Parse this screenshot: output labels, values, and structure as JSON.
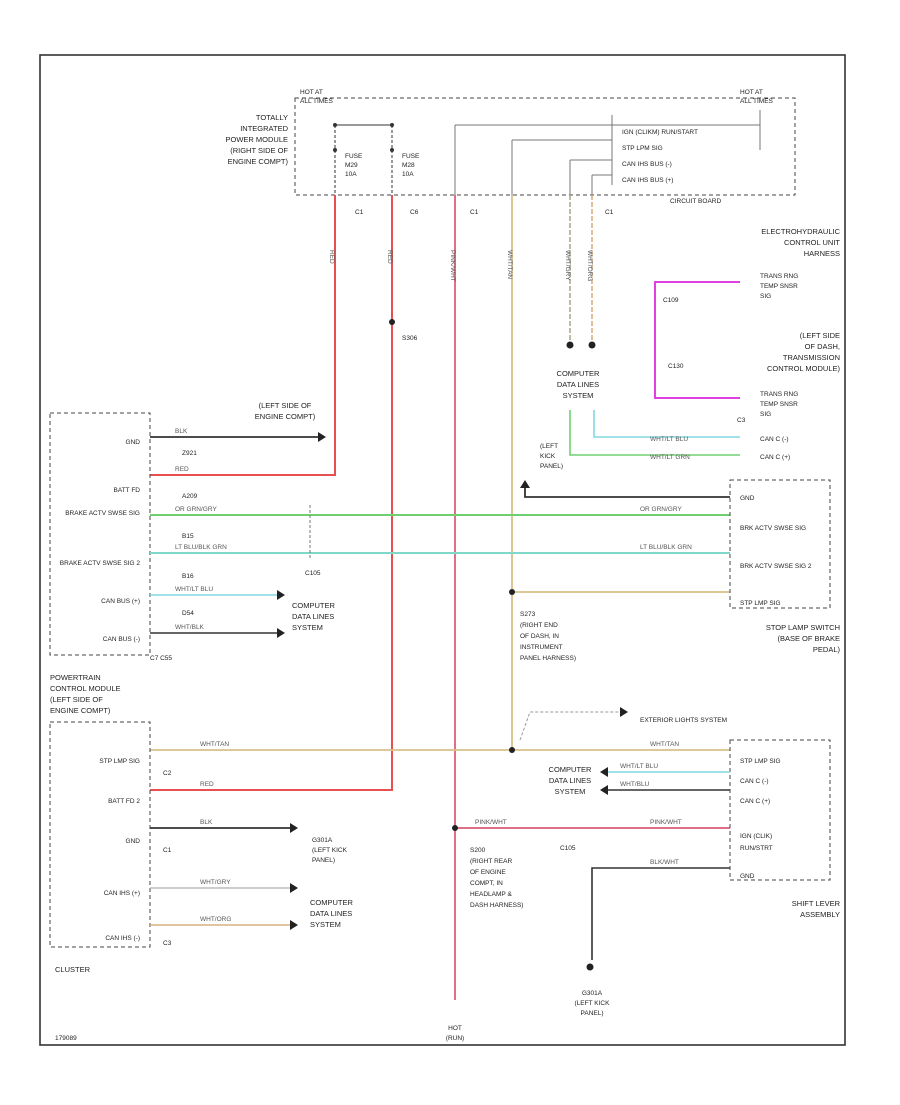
{
  "top_left_hot": [
    "HOT AT",
    "ALL TIMES"
  ],
  "top_right_hot": [
    "HOT AT",
    "ALL TIMES"
  ],
  "tipm_label": [
    "TOTALLY",
    "INTEGRATED",
    "POWER MODULE",
    "(RIGHT SIDE OF",
    "ENGINE COMPT)"
  ],
  "fuse1": [
    "FUSE",
    "M29",
    "10A"
  ],
  "fuse2": [
    "FUSE",
    "M28",
    "10A"
  ],
  "tipm_pins": [
    "C1",
    "C6",
    "C1",
    "C1"
  ],
  "tipm_sigs": [
    "IGN (CLIKM) RUN/START",
    "STP LPM SIG",
    "CAN IHS BUS (-)",
    "CAN IHS BUS (+)"
  ],
  "circuit_board": "CIRCUIT BOARD",
  "wire_colors_top": [
    "RED",
    "RED",
    "PINK/WHT",
    "WHT/TAN",
    "WHT/GRY",
    "WHT/ORG"
  ],
  "splice_s306": "S306",
  "computer_data_top": [
    "COMPUTER",
    "DATA LINES",
    "SYSTEM"
  ],
  "ehcu_label": [
    "ELECTROHYDRAULIC",
    "CONTROL UNIT",
    "HARNESS"
  ],
  "trans_temp_1": [
    "TRANS RNG",
    "TEMP SNSR",
    "SIG"
  ],
  "trans_temp_2": [
    "TRANS RNG",
    "TEMP SNSR",
    "SIG"
  ],
  "c109": "C109",
  "c130": "C130",
  "left_dash_trans": [
    "(LEFT SIDE",
    "OF DASH,",
    "TRANSMISSION",
    "CONTROL MODULE)"
  ],
  "c3_label": "C3",
  "canc_pins": [
    "CAN C (-)",
    "CAN C (+)"
  ],
  "canc_wires": [
    "WHT/LT BLU",
    "WHT/LT GRN"
  ],
  "left_engine_compt": [
    "(LEFT SIDE OF",
    "ENGINE COMPT)"
  ],
  "pcm_left_pins": [
    "GND",
    "BATT FD",
    "BRAKE ACTV SWSE SIG",
    "BRAKE ACTV SWSE SIG 2",
    "CAN BUS (+)",
    "CAN BUS (-)"
  ],
  "pcm_left_wires": [
    "BLK",
    "RED",
    "OR GRN/GRY",
    "LT BLU/BLK GRN",
    "WHT/LT BLU",
    "WHT/BLK"
  ],
  "circuit_ids": [
    "Z921",
    "A209",
    "B15",
    "B16",
    "D54"
  ],
  "c10x": "C105",
  "c7_c9": "C7  C55",
  "computer_data_mid": [
    "COMPUTER",
    "DATA LINES",
    "SYSTEM"
  ],
  "left_kick": [
    "(LEFT",
    "KICK",
    "PANEL)"
  ],
  "s273": [
    "S273",
    "(RIGHT END",
    "OF DASH, IN",
    "INSTRUMENT",
    "PANEL HARNESS)"
  ],
  "stop_lamp_pins": [
    "GND",
    "BRK ACTV SWSE SIG",
    "BRK ACTV SWSE SIG 2",
    "STP LMP SIG"
  ],
  "stop_lamp_label": [
    "STOP LAMP SWITCH",
    "(BASE OF BRAKE",
    "PEDAL)"
  ],
  "pcm_label": [
    "POWERTRAIN",
    "CONTROL MODULE",
    "(LEFT SIDE OF",
    "ENGINE COMPT)"
  ],
  "exterior_lights": "EXTERIOR LIGHTS SYSTEM",
  "cluster_pins": [
    "STP LMP SIG",
    "BATT FD 2",
    "GND",
    "CAN IHS (+)",
    "CAN IHS (-)"
  ],
  "cluster_conn": [
    "C2",
    "C1",
    "C3"
  ],
  "cluster_wires": [
    "WHT/TAN",
    "RED",
    "BLK",
    "WHT/GRY",
    "WHT/ORG"
  ],
  "g301a": [
    "G301A",
    "(LEFT KICK",
    "PANEL)"
  ],
  "computer_data_bottom": [
    "COMPUTER",
    "DATA LINES",
    "SYSTEM"
  ],
  "cluster_label": "CLUSTER",
  "s200": [
    "S200",
    "(RIGHT REAR",
    "OF ENGINE",
    "COMPT, IN",
    "HEADLAMP &",
    "DASH HARNESS)"
  ],
  "shift_pins": [
    "STP LMP SIG",
    "CAN C (-)",
    "CAN C (+)",
    "IGN (CLIK)",
    "RUN/STRT",
    "GND"
  ],
  "shift_label": [
    "SHIFT LEVER",
    "ASSEMBLY"
  ],
  "shift_wires": [
    "WHT/TAN",
    "WHT/LT BLU",
    "WHT/BLU",
    "PINK/WHT",
    "BLK/WHT"
  ],
  "computer_data_shift": [
    "COMPUTER",
    "DATA LINES",
    "SYSTEM"
  ],
  "c105_small": "C105",
  "g301a_bottom": [
    "G301A",
    "(LEFT KICK",
    "PANEL)"
  ],
  "hot_bottom": [
    "HOT",
    "(RUN)"
  ],
  "watermark": "179089"
}
